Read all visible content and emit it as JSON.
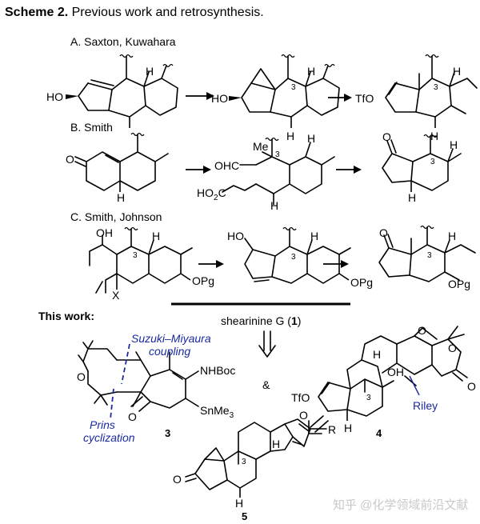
{
  "title": {
    "bold": "Scheme 2.",
    "rest": " Previous work and retrosynthesis."
  },
  "sections": {
    "a": "A. Saxton, Kuwahara",
    "b": "B. Smith",
    "c": "C. Smith, Johnson",
    "this_work": "This work:"
  },
  "labels": {
    "ho": "HO",
    "tfo": "TfO",
    "h": "H",
    "three": "3",
    "o": "O",
    "me": "Me",
    "ohc": "OHC",
    "ho2c": "HO",
    "ho2c_sub": "2",
    "ho2c_c": "C",
    "opg": "OPg",
    "oh": "OH",
    "x": "X",
    "nhboc": "NHBoc",
    "snme3": "SnMe",
    "snme3_sub": "3",
    "r": "R",
    "amp": "&"
  },
  "target": {
    "name": "shearinine G (",
    "num": "1",
    "close": ")"
  },
  "annotations": {
    "suzuki1": "Suzuki–Miyaura",
    "suzuki2": "coupling",
    "prins1": "Prins",
    "prins2": "cyclization",
    "riley": "Riley"
  },
  "compounds": {
    "c3": "3",
    "c4": "4",
    "c5": "5"
  },
  "watermark": "知乎 @化学领域前沿文献",
  "colors": {
    "annotation_blue": "#1a2aa0",
    "watermark": "#c9c9c9"
  }
}
